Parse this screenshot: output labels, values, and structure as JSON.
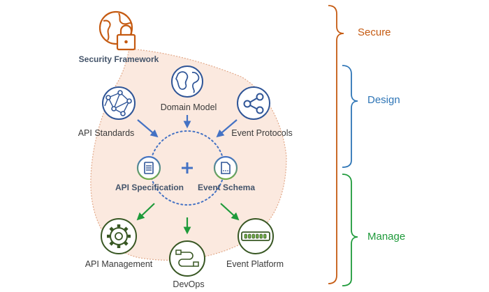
{
  "nodes": {
    "security_framework": "Security Framework",
    "domain_model": "Domain Model",
    "api_standards": "API Standards",
    "event_protocols": "Event Protocols",
    "api_specification": "API Specification",
    "event_schema": "Event Schema",
    "api_management": "API Management",
    "devops": "DevOps",
    "event_platform": "Event Platform"
  },
  "groups": {
    "secure": "Secure",
    "design": "Design",
    "manage": "Manage"
  },
  "colors": {
    "secure": "#c55a11",
    "design": "#2e75b6",
    "manage": "#1e9a3a",
    "icon_blue": "#2f5597",
    "icon_green": "#385723",
    "region_fill": "#fbe9df"
  }
}
